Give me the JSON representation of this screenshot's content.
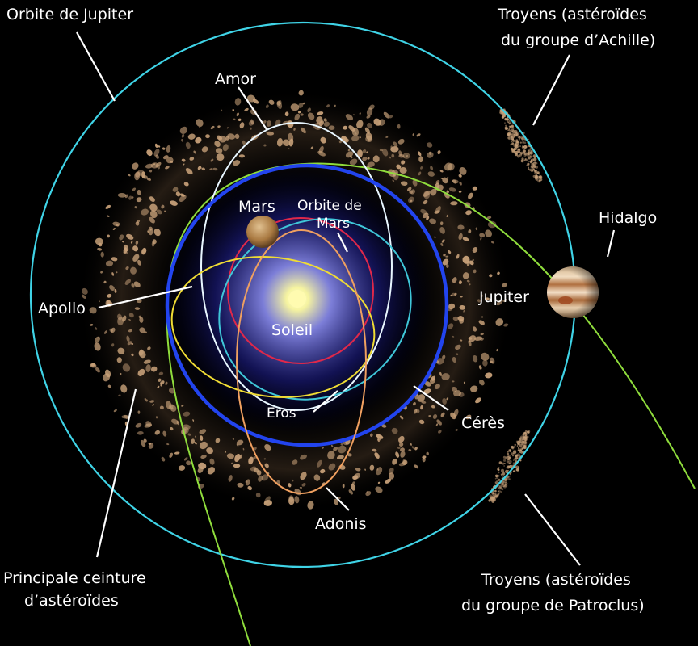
{
  "labels": {
    "jupiter_orbit": "Orbite de Jupiter",
    "trojans_achilles_1": "Troyens (astéroïdes",
    "trojans_achilles_2": "du groupe d’Achille)",
    "amor": "Amor",
    "mars": "Mars",
    "mars_orbit_1": "Orbite de",
    "mars_orbit_2": "Mars",
    "hidalgo": "Hidalgo",
    "jupiter": "Jupiter",
    "apollo": "Apollo",
    "sun": "Soleil",
    "eros": "Eros",
    "ceres": "Cérès",
    "adonis": "Adonis",
    "main_belt_1": "Principale ceinture",
    "main_belt_2": "d’astéroïdes",
    "trojans_patroclus_1": "Troyens (astéroïdes",
    "trojans_patroclus_2": "du groupe de Patroclus)"
  },
  "colors": {
    "background": "#000000",
    "jupiter_orbit": "#3fd3e6",
    "ceres_orbit": "#2244ee",
    "mars_orbit": "#e0284a",
    "eros_orbit": "#3fc6d8",
    "amor_orbit": "#e8f6ff",
    "apollo_orbit": "#f0dc34",
    "adonis_orbit": "#f0a060",
    "hidalgo_orbit": "#8fdc3c",
    "sun": "#fff8a0",
    "asteroid": "#c9a27a"
  }
}
